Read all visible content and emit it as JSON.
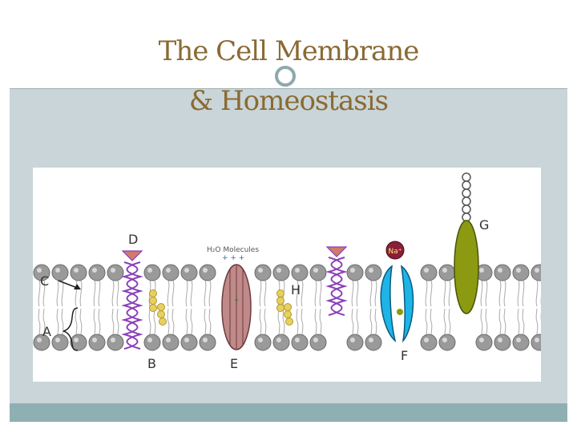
{
  "slide": {
    "title_line1": "The Cell Membrane",
    "title_line2": "& Homeostasis"
  },
  "diagram": {
    "labels": {
      "a": "A",
      "b": "B",
      "c": "C",
      "d": "D",
      "e": "E",
      "f": "F",
      "g": "G",
      "h": "H"
    },
    "water_label": "H₂O Molecules",
    "ion_label": "Na⁺"
  },
  "colors": {
    "title": "#8a6a33",
    "content_band": "#c9d5d8",
    "footer_band": "#8fb0b2",
    "phospholipid_head": "#9a9a9a",
    "helix_protein": "#8a3fb8",
    "channel_protein": "#c08a8a",
    "ion_channel": "#1eb4e6",
    "glycoprotein": "#8c9a12",
    "cholesterol": "#e8d060",
    "carbohydrate_marker": "#d07a6a"
  }
}
